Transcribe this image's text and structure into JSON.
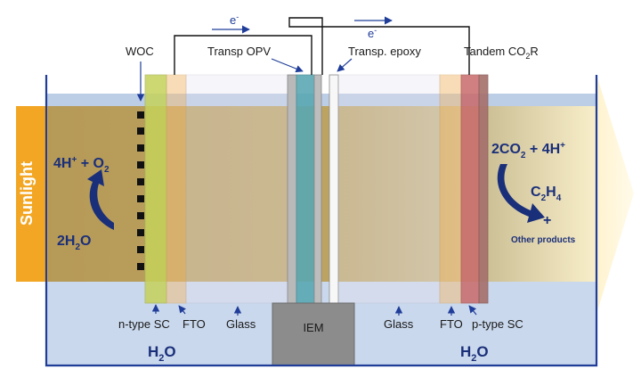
{
  "labels": {
    "sunlight": "Sunlight",
    "woc": "WOC",
    "transp_opv": "Transp OPV",
    "transp_epoxy": "Transp. epoxy",
    "tandem_co2r": "Tandem CO",
    "tandem_co2r_sub": "2",
    "tandem_co2r_end": "R",
    "electron_left": "e",
    "electron_right": "e",
    "electron_sup": "-",
    "n_type_sc": "n-type SC",
    "fto_left": "FTO",
    "glass_left": "Glass",
    "iem": "IEM",
    "glass_right": "Glass",
    "fto_right": "FTO",
    "p_type_sc": "p-type SC",
    "h2o_left_main": "H",
    "h2o_left_sub": "2",
    "h2o_left_end": "O",
    "h2o_right_main": "H",
    "h2o_right_sub": "2",
    "h2o_right_end": "O",
    "anode_product_a": "4H",
    "anode_product_sup": "+",
    "anode_product_b": " + O",
    "anode_product_sub": "2",
    "anode_reactant_a": "2H",
    "anode_reactant_sub": "2",
    "anode_reactant_b": "O",
    "cathode_reactant_a": "2CO",
    "cathode_reactant_sub": "2",
    "cathode_reactant_b": " + 4H",
    "cathode_reactant_sup": "+",
    "cathode_product_a": "C",
    "cathode_product_sub1": "2",
    "cathode_product_b": "H",
    "cathode_product_sub2": "4",
    "cathode_plus": "+",
    "other_products": "Other products"
  },
  "colors": {
    "water": "#c9d8ec",
    "beam": "#b99b52",
    "sunlight_bar": "#f2a623",
    "semiconductor_n": "#c5d25a",
    "fto": "#f1c07e",
    "glass": "#c8c4c8",
    "opv": "#5ba8b4",
    "iem": "#8c8c8c",
    "p_type": "#c86a6a",
    "tandem_layer": "#a56f6a",
    "label_blue": "#1a2f7a",
    "arrow_blue": "#1f3d99"
  }
}
